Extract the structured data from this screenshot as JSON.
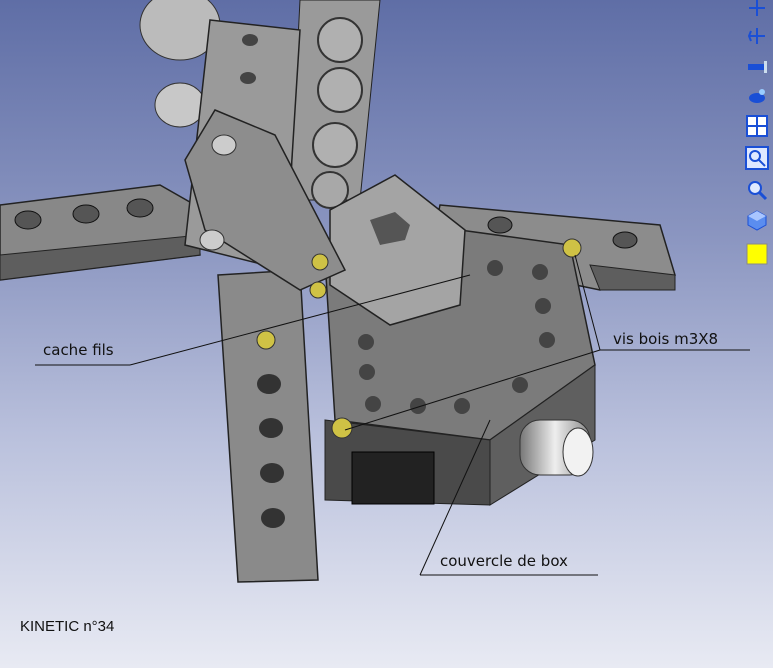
{
  "annotations": {
    "cache_fils": "cache fils",
    "vis_bois": "vis bois m3X8",
    "couvercle": "couvercle de box"
  },
  "footer": {
    "caption": "KINETIC n°34"
  },
  "toolbar": {
    "items": [
      {
        "icon": "view-front-icon"
      },
      {
        "icon": "view-rotate-icon"
      },
      {
        "icon": "pan-icon"
      },
      {
        "icon": "orbit-icon"
      },
      {
        "icon": "split-view-icon"
      },
      {
        "icon": "zoom-window-icon"
      },
      {
        "icon": "zoom-icon"
      },
      {
        "icon": "iso-view-icon"
      },
      {
        "icon": "color-swatch-icon"
      }
    ],
    "swatch_color": "#ffff00",
    "accent_color": "#1a4fd6"
  },
  "colors": {
    "part_top": "#8c8c8c",
    "part_side": "#5a5a5a",
    "part_dark": "#3e3e3e",
    "screw": "#cfc245"
  }
}
